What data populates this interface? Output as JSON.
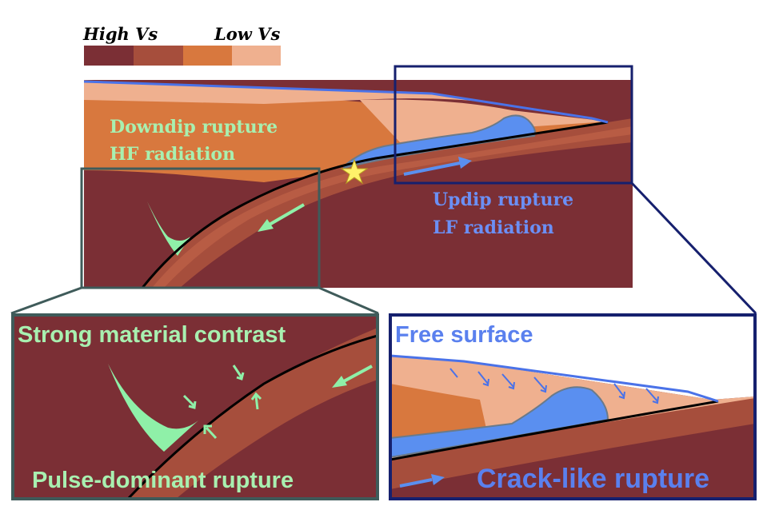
{
  "legend": {
    "high_label": "High Vs",
    "low_label": "Low Vs",
    "colors": [
      "#7b2f35",
      "#a64e3c",
      "#d8783e",
      "#efb08f"
    ]
  },
  "main_panel": {
    "downdip_line1": "Downdip rupture",
    "downdip_line2": "HF radiation",
    "updip_line1": "Updip rupture",
    "updip_line2": "LF radiation"
  },
  "left_inset": {
    "title": "Strong material contrast",
    "caption": "Pulse-dominant rupture"
  },
  "right_inset": {
    "title": "Free surface",
    "caption": "Crack-like rupture"
  },
  "colors": {
    "deep": "#7b2f35",
    "slab": "#a64e3c",
    "mid": "#d8783e",
    "light": "#efb08f",
    "wedge": "#5a8ff0",
    "surface_line": "#4a72e8",
    "pulse_green": "#8ff0a8",
    "left_frame": "#3f5b5a",
    "right_frame": "#16206e",
    "downdip_text": "#a8f0b0",
    "updip_text": "#6b8ff5",
    "star": "#fff26a"
  }
}
